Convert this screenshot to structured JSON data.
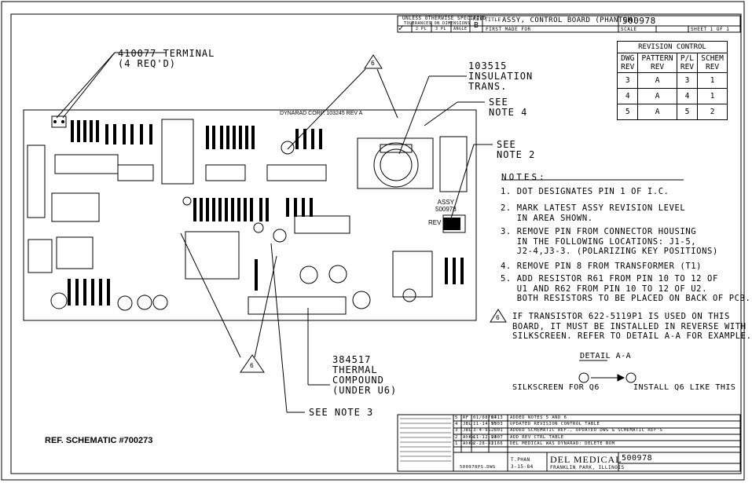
{
  "title_block": {
    "unless": "UNLESS OTHERWISE SPECIFIED",
    "tolerances": "TOLERANCES ON DIMENSIONS",
    "tol_cols": [
      "2 PL",
      "3 PL",
      "ANGLE"
    ],
    "rev_label": "REV",
    "rev_value": "B",
    "title_label": "TITLE",
    "title": "ASSY, CONTROL BOARD (PHANTOM)",
    "part_no": "500978",
    "first_made_for": "FIRST MADE FOR",
    "scale": "SCALE",
    "sheet": "SHEET 1 OF 1"
  },
  "revision_control": {
    "heading": "REVISION CONTROL",
    "columns": [
      "DWG REV",
      "PATTERN REV",
      "P/L REV",
      "SCHEM REV"
    ],
    "rows": [
      [
        "3",
        "A",
        "3",
        "1"
      ],
      [
        "4",
        "A",
        "4",
        "1"
      ],
      [
        "5",
        "A",
        "5",
        "2"
      ]
    ]
  },
  "callouts": {
    "terminal": "410077 TERMINAL\n(4 REQ'D)",
    "insulation": "103515\nINSULATION\nTRANS.",
    "see_note_4": "SEE\nNOTE 4",
    "see_note_2": "SEE\nNOTE 2",
    "thermal": "384517\nTHERMAL\nCOMPOUND\n(UNDER U6)",
    "see_note_3": "SEE NOTE 3",
    "flag_6": "6"
  },
  "board": {
    "maker": "DYNARAD CORP. 103245 REV A",
    "assy": "ASSY\n500978",
    "rev": "REV"
  },
  "notes": {
    "heading": "NOTES:",
    "items": [
      "1. DOT DESIGNATES PIN 1 OF I.C.",
      "2. MARK LATEST ASSY REVISION LEVEL\n   IN AREA SHOWN.",
      "3. REMOVE PIN FROM CONNECTOR HOUSING\n   IN THE FOLLOWING LOCATIONS: J1-5,\n   J2-4,J3-3. (POLARIZING KEY POSITIONS)",
      "4. REMOVE PIN 8 FROM TRANSFORMER (T1)",
      "5. ADD RESISTOR R61 FROM PIN 10 TO 12 OF\n   U1 AND R62 FROM PIN 10 TO 12 OF U2.\n   BOTH RESISTORS TO BE PLACED ON BACK OF PCB.",
      "IF TRANSISTOR 622-5119P1 IS USED ON THIS\nBOARD, IT MUST BE INSTALLED IN REVERSE WITH\nSILKSCREEN. REFER TO DETAIL A-A FOR EXAMPLE."
    ]
  },
  "detail": {
    "title": "DETAIL A-A",
    "left": "SILKSCREEN FOR Q6",
    "right": "INSTALL Q6 LIKE THIS"
  },
  "ref_schematic": "REF. SCHEMATIC #700273",
  "history": {
    "rows": [
      [
        "5",
        "RF",
        "01/08/97",
        "6413",
        "ADDED NOTES 5 AND 6"
      ],
      [
        "4",
        "JBL",
        "11-14-95",
        "3903",
        "UPDATED REVISION CONTROL TABLE"
      ],
      [
        "3",
        "JBL",
        "3-4-95",
        "2801",
        "ADDED SCHEMATIC REF., UPDATED DWG & SCHEMATIC REF'S"
      ],
      [
        "2",
        "AhKo",
        "11-12-93",
        "2407",
        "ADD REV CTRL TABLE"
      ],
      [
        "1",
        "AhKo",
        "2-28-92",
        "1166",
        "DEL MEDICAL WAS DYNARAD: DELETE BOM"
      ]
    ],
    "drawn_by": "T.PHAN",
    "drawn_date": "3-15-84",
    "company": "DEL MEDICAL",
    "city": "FRANKLIN PARK, ILLINOIS",
    "part_no": "500978",
    "cad_file": "500978PS.DWG"
  }
}
